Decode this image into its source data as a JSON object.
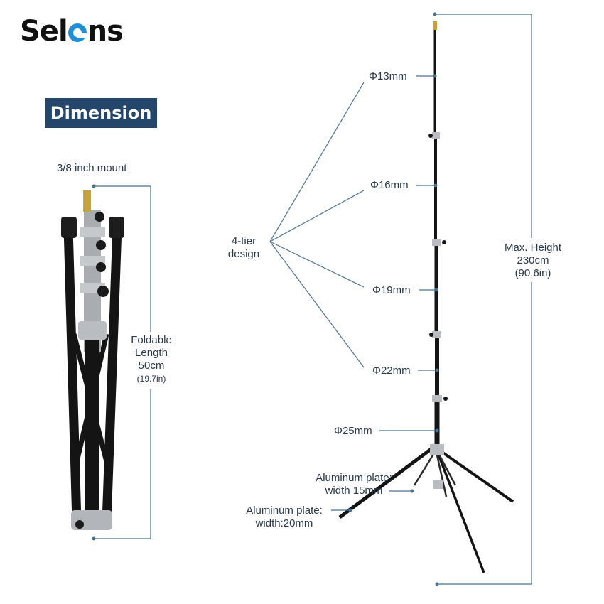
{
  "brand": {
    "name_start": "Sel",
    "name_end": "ns",
    "accent": "#1f8fd8"
  },
  "badge": {
    "label": "Dimension",
    "color": "#24466a"
  },
  "folded": {
    "mount_label": "3/8 inch mount",
    "length_line1": "Foldable",
    "length_line2": "Length",
    "length_cm": "50cm",
    "length_in": "(19.7in)"
  },
  "stand": {
    "tiers": [
      "Φ13mm",
      "Φ16mm",
      "Φ19mm",
      "Φ22mm",
      "Φ25mm"
    ],
    "tier_design_line1": "4-tier",
    "tier_design_line2": "design",
    "max_height_label": "Max. Height",
    "max_height_cm": "230cm",
    "max_height_in": "(90.6in)",
    "plate_small_line1": "Aluminum plate:",
    "plate_small_line2": "width 15mm",
    "plate_large_line1": "Aluminum plate:",
    "plate_large_line2": "width:20mm"
  },
  "colors": {
    "line": "#4a7295",
    "metal": "#b9bdc1",
    "black": "#141414"
  }
}
